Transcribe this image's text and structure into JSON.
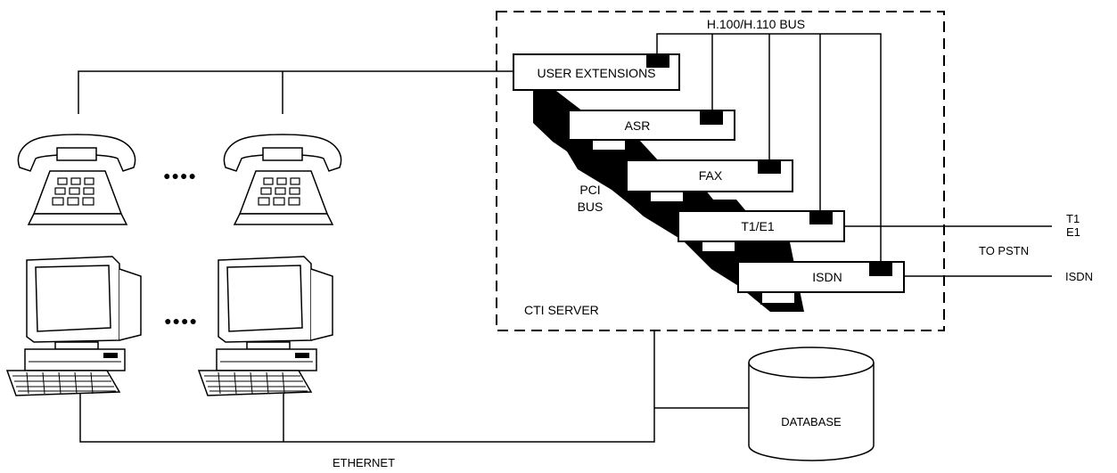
{
  "labels": {
    "bus_top": "H.100/H.110 BUS",
    "pci_line1": "PCI",
    "pci_line2": "BUS",
    "server": "CTI SERVER",
    "ethernet": "ETHERNET",
    "database": "DATABASE",
    "to_pstn": "TO PSTN",
    "t1": "T1",
    "e1": "E1",
    "isdn_line": "ISDN",
    "ellipsis": "●●●●"
  },
  "cards": [
    {
      "label": "USER EXTENSIONS"
    },
    {
      "label": "ASR"
    },
    {
      "label": "FAX"
    },
    {
      "label": "T1/E1"
    },
    {
      "label": "ISDN"
    }
  ],
  "colors": {
    "line": "#000000",
    "background": "#ffffff"
  },
  "icons": [
    "telephone-icon",
    "computer-workstation-icon",
    "database-cylinder-icon"
  ]
}
